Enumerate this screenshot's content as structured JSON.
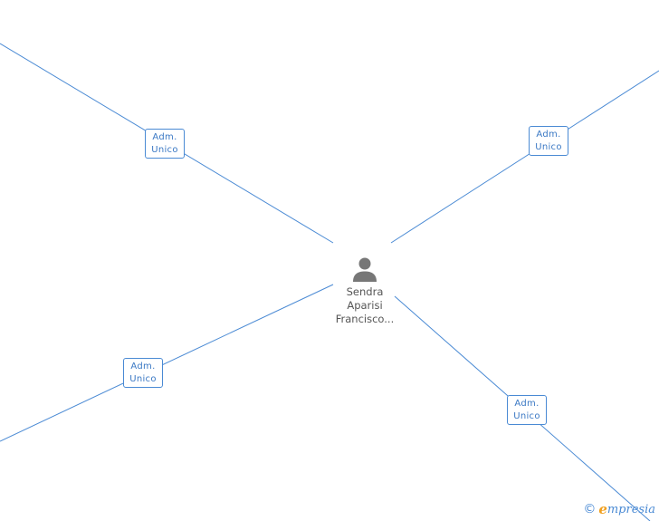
{
  "center_node": {
    "name_lines": [
      "Sendra",
      "Aparisi",
      "Francisco..."
    ],
    "icon": "person-icon"
  },
  "edges": [
    {
      "label_line1": "Adm.",
      "label_line2": "Unico"
    },
    {
      "label_line1": "Adm.",
      "label_line2": "Unico"
    },
    {
      "label_line1": "Adm.",
      "label_line2": "Unico"
    },
    {
      "label_line1": "Adm.",
      "label_line2": "Unico"
    }
  ],
  "watermark": {
    "symbol": "©",
    "brand_first": "e",
    "brand_rest": "mpresia"
  },
  "colors": {
    "line": "#4a8ad4",
    "label_text": "#3a78c4",
    "node_text": "#555555",
    "icon": "#777777",
    "brand_accent": "#f0a020"
  }
}
